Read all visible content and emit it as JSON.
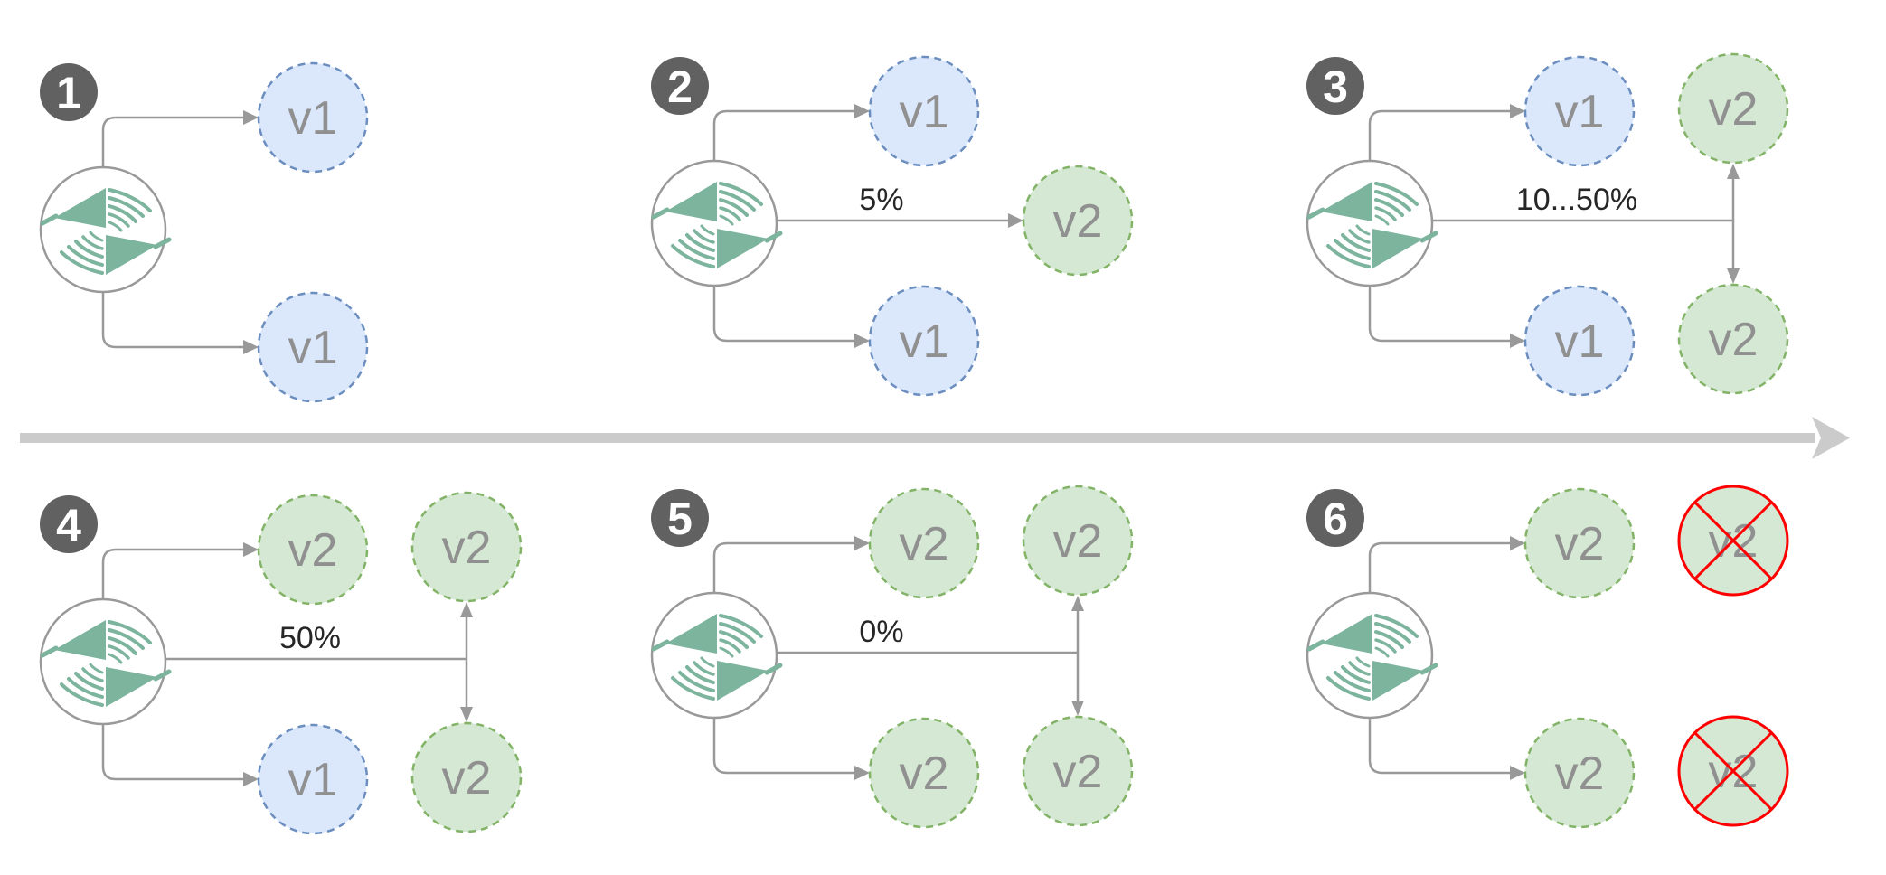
{
  "diagram": {
    "type": "canary-deployment-steps",
    "timeline": {
      "icon": "right-arrow",
      "color": "#cbcbcb"
    },
    "icons": {
      "load_balancer": "dual-sails-swap-icon",
      "deleted_pod": "red-cross-circle-icon"
    },
    "colors": {
      "v1_fill": "#dbe8fc",
      "v1_border": "#6c8ebf",
      "v2_fill": "#d5e8d4",
      "v2_border": "#82b366",
      "pod_text": "#909090",
      "connector": "#999999",
      "badge_fill": "#616161",
      "badge_text": "#ffffff",
      "traffic_text": "#262626",
      "divider": "#cbcbcb",
      "lb_icon_green": "#7db49d",
      "deleted_cross": "#ff0000"
    },
    "panels": [
      {
        "badge": "1",
        "nodes": [
          {
            "label": "v1",
            "variant": "blue"
          },
          {
            "label": "v1",
            "variant": "blue"
          }
        ]
      },
      {
        "badge": "2",
        "traffic_label": "5%",
        "nodes": [
          {
            "label": "v1",
            "variant": "blue"
          },
          {
            "label": "v2",
            "variant": "green"
          },
          {
            "label": "v1",
            "variant": "blue"
          }
        ]
      },
      {
        "badge": "3",
        "traffic_label": "10...50%",
        "nodes": [
          {
            "label": "v1",
            "variant": "blue"
          },
          {
            "label": "v2",
            "variant": "green"
          },
          {
            "label": "v1",
            "variant": "blue"
          },
          {
            "label": "v2",
            "variant": "green"
          }
        ]
      },
      {
        "badge": "4",
        "traffic_label": "50%",
        "nodes": [
          {
            "label": "v2",
            "variant": "green"
          },
          {
            "label": "v2",
            "variant": "green"
          },
          {
            "label": "v1",
            "variant": "blue"
          },
          {
            "label": "v2",
            "variant": "green"
          }
        ]
      },
      {
        "badge": "5",
        "traffic_label": "0%",
        "nodes": [
          {
            "label": "v2",
            "variant": "green"
          },
          {
            "label": "v2",
            "variant": "green"
          },
          {
            "label": "v2",
            "variant": "green"
          },
          {
            "label": "v2",
            "variant": "green"
          }
        ]
      },
      {
        "badge": "6",
        "nodes": [
          {
            "label": "v2",
            "variant": "green"
          },
          {
            "label": "v2",
            "variant": "green",
            "crossed": true
          },
          {
            "label": "v2",
            "variant": "green"
          },
          {
            "label": "v2",
            "variant": "green",
            "crossed": true
          }
        ]
      }
    ]
  }
}
